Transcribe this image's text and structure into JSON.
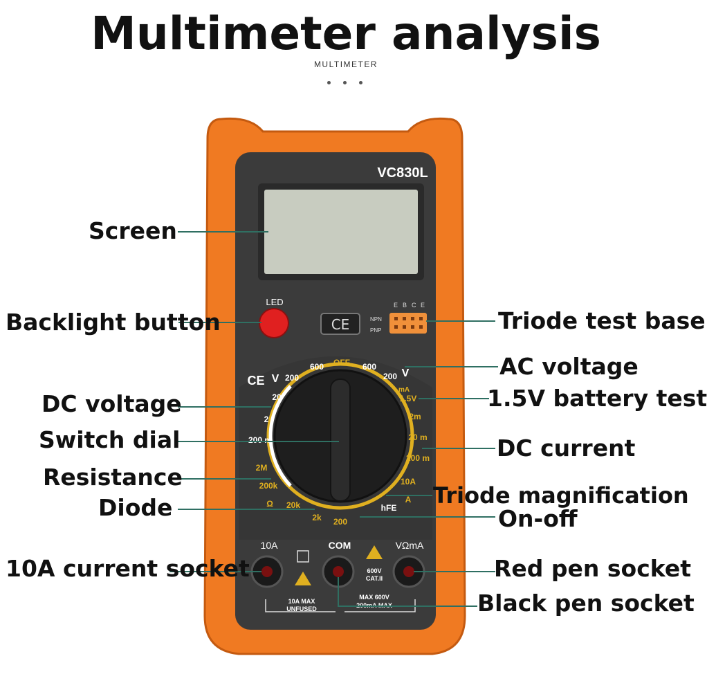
{
  "header": {
    "title": "Multimeter analysis",
    "subtitle": "MULTIMETER"
  },
  "device": {
    "model": "VC830L",
    "led_label": "LED",
    "ce_mark": "CE",
    "transistor_pins": [
      "E",
      "B",
      "C",
      "E"
    ],
    "npn": "NPN",
    "pnp": "PNP",
    "off": "OFF",
    "dial_marks": [
      "600",
      "200",
      "20",
      "2",
      "200 m",
      "2M",
      "200k",
      "Ω",
      "20k",
      "2k",
      "200",
      "hFE",
      "A",
      "10A",
      "200 m",
      "20 m",
      "2m",
      "1.5V",
      "mA",
      "200",
      "600"
    ],
    "v_dc": "V",
    "v_ac": "V",
    "socket_10a": "10A",
    "socket_com": "COM",
    "socket_vohm": "VΩmA",
    "rating_10a_1": "10A MAX",
    "rating_10a_2": "UNFUSED",
    "cat_1": "600V",
    "cat_2": "CAT.II",
    "rating_v_1": "MAX 600V",
    "rating_v_2": "200mA MAX"
  },
  "labels": {
    "screen": "Screen",
    "backlight": "Backlight button",
    "triode_base": "Triode test base",
    "ac_voltage": "AC voltage",
    "battery_test": "1.5V battery test",
    "dc_voltage": "DC voltage",
    "switch_dial": "Switch dial",
    "dc_current": "DC current",
    "resistance": "Resistance",
    "triode_mag": "Triode magnification",
    "diode": "Diode",
    "on_off": "On-off",
    "socket_10a": "10A current socket",
    "red_socket": "Red pen socket",
    "black_socket": "Black pen socket"
  },
  "colors": {
    "orange": "#f07a22",
    "body": "#3a3a3a",
    "lcd": "#c8ccc0",
    "line": "#2f6f62",
    "yellow": "#e0b020",
    "red": "#e02020"
  }
}
